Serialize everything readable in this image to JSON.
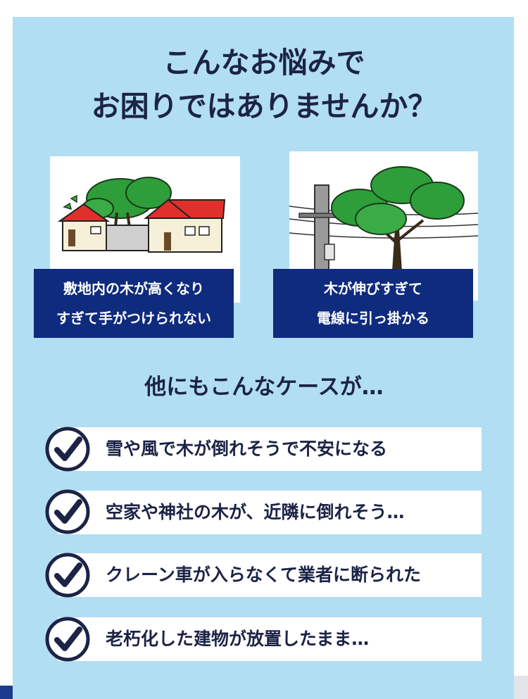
{
  "heading": {
    "line1": "こんなお悩みで",
    "line2": "お困りではありませんか？"
  },
  "cases": [
    {
      "caption_line1": "敷地内の木が高くなり",
      "caption_line2": "すぎて手がつけられない"
    },
    {
      "caption_line1": "木が伸びすぎて",
      "caption_line2": "電線に引っ掛かる"
    }
  ],
  "subtitle": "他にもこんなケースが…",
  "checklist": [
    "雪や風で木が倒れそうで不安になる",
    "空家や神社の木が、近隣に倒れそう…",
    "クレーン車が入らなくて業者に断られた",
    "老朽化した建物が放置したまま…"
  ],
  "colors": {
    "background": "#b1def3",
    "navy": "#1c2346",
    "caption_blue": "#0f2b7d",
    "roof_red": "#e0302b",
    "tree_green": "#2e9e3a"
  }
}
